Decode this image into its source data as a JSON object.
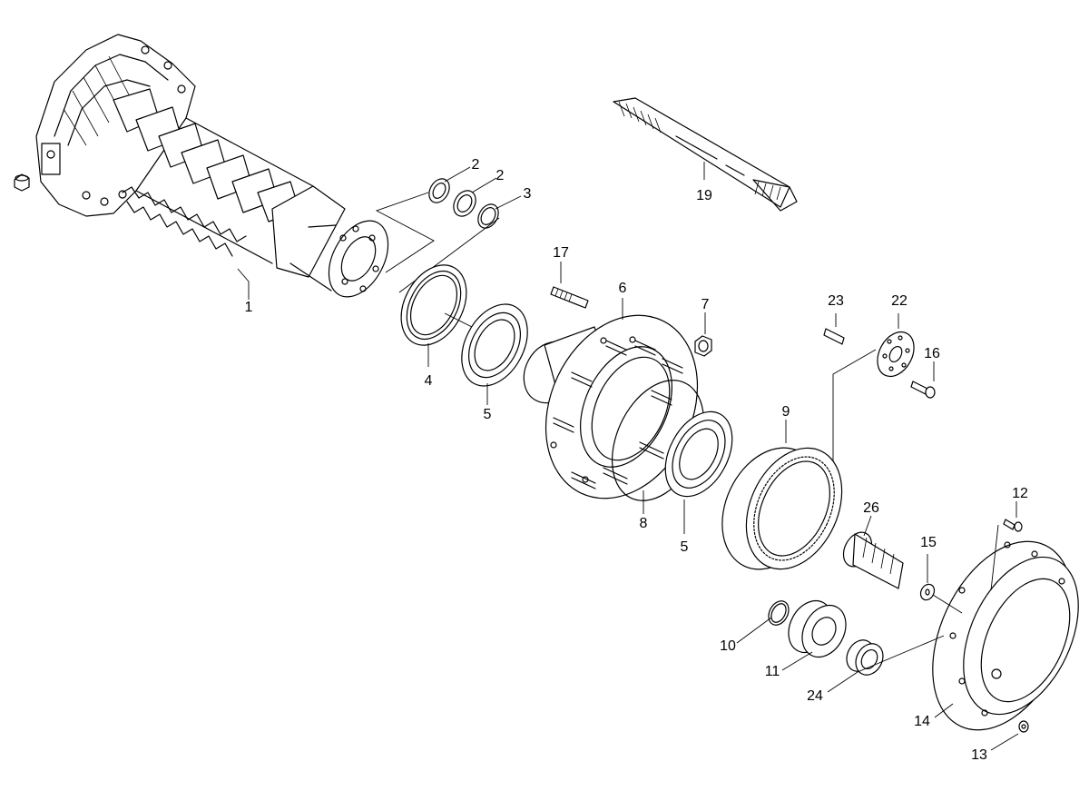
{
  "callouts": [
    {
      "id": "c1",
      "text": "1"
    },
    {
      "id": "c2a",
      "text": "2"
    },
    {
      "id": "c2b",
      "text": "2"
    },
    {
      "id": "c3",
      "text": "3"
    },
    {
      "id": "c4",
      "text": "4"
    },
    {
      "id": "c5a",
      "text": "5"
    },
    {
      "id": "c5b",
      "text": "5"
    },
    {
      "id": "c6",
      "text": "6"
    },
    {
      "id": "c7",
      "text": "7"
    },
    {
      "id": "c8",
      "text": "8"
    },
    {
      "id": "c9",
      "text": "9"
    },
    {
      "id": "c10",
      "text": "10"
    },
    {
      "id": "c11",
      "text": "11"
    },
    {
      "id": "c12",
      "text": "12"
    },
    {
      "id": "c13",
      "text": "13"
    },
    {
      "id": "c14",
      "text": "14"
    },
    {
      "id": "c15",
      "text": "15"
    },
    {
      "id": "c16",
      "text": "16"
    },
    {
      "id": "c17",
      "text": "17"
    },
    {
      "id": "c19",
      "text": "19"
    },
    {
      "id": "c22",
      "text": "22"
    },
    {
      "id": "c23",
      "text": "23"
    },
    {
      "id": "c24",
      "text": "24"
    },
    {
      "id": "c26",
      "text": "26"
    }
  ]
}
